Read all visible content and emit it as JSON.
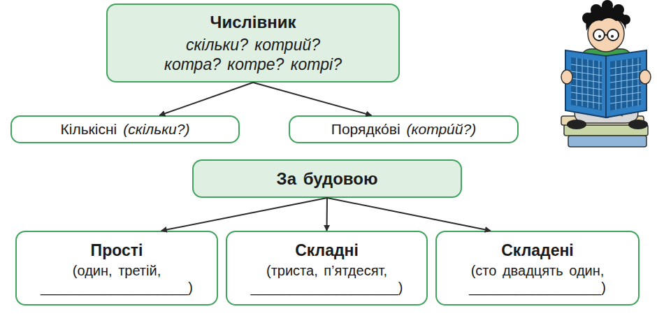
{
  "diagram": {
    "nodes": [
      {
        "text": [
          "Числівник",
          "скільки? котрий? котра? котре? котрі?"
        ]
      },
      {
        "text": [
          "Кількісні",
          "(скільки?)"
        ]
      },
      {
        "text": [
          "Порядко́ві",
          "(котри́й?)"
        ]
      },
      {
        "text": [
          "За будовою"
        ]
      },
      {
        "text": [
          "Прості",
          "(один, третій, ___________________)"
        ]
      },
      {
        "text": [
          "Складні",
          "(триста, п’ятдесят, ___________________)"
        ]
      },
      {
        "text": [
          "Складені",
          "(сто двадцять один, _________________)"
        ]
      }
    ],
    "edges": [
      {
        "from": 0,
        "to": 1,
        "arrow": "to"
      },
      {
        "from": 0,
        "to": 2,
        "arrow": "to"
      },
      {
        "from": 3,
        "to": 4,
        "arrow": "to"
      },
      {
        "from": 3,
        "to": 5,
        "arrow": "to"
      },
      {
        "from": 3,
        "to": 6,
        "arrow": "to"
      }
    ]
  }
}
